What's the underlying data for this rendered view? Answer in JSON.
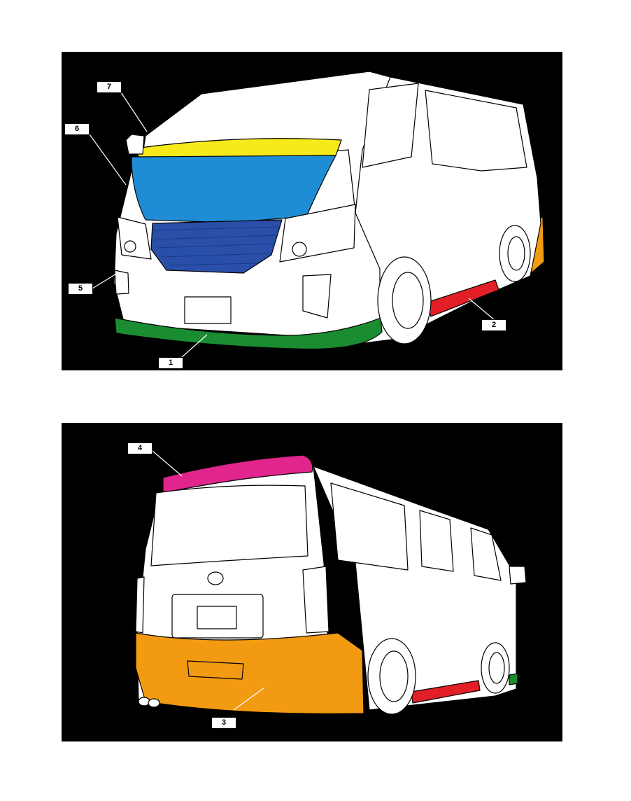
{
  "callouts": {
    "front": [
      "7",
      "6",
      "5",
      "1",
      "2"
    ],
    "rear": [
      "4",
      "3"
    ]
  },
  "colors": {
    "background": "#000000",
    "body": "#ffffff",
    "part1_front_lip": "#1a8c32",
    "part2_side_skirt": "#e21f26",
    "part3_rear_bumper": "#f29a12",
    "part4_roof_spoiler": "#e0258c",
    "part6_hood": "#1f8dd6",
    "part7_visor": "#f7ea1a",
    "grille": "#2a4fa8"
  }
}
